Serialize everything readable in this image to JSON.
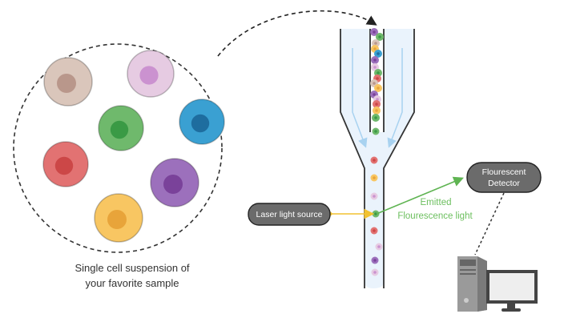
{
  "sample": {
    "caption_line1": "Single cell suspension of",
    "caption_line2": "your favorite sample",
    "cells": [
      {
        "type": "beige",
        "fill": "#dac6bb",
        "nucleus": "#b9978b"
      },
      {
        "type": "lilac",
        "fill": "#e6cbe2",
        "nucleus": "#cb92d0"
      },
      {
        "type": "green",
        "fill": "#6fb96c",
        "nucleus": "#3a9a45"
      },
      {
        "type": "blue",
        "fill": "#3aa0d2",
        "nucleus": "#1e6d9f"
      },
      {
        "type": "red",
        "fill": "#e27272",
        "nucleus": "#cc4747"
      },
      {
        "type": "purple",
        "fill": "#9c70bc",
        "nucleus": "#7a429a"
      },
      {
        "type": "yellow",
        "fill": "#f8c662",
        "nucleus": "#e8a43a"
      }
    ]
  },
  "laser": {
    "label": "Laser light source",
    "beam_color": "#f2c230"
  },
  "detector": {
    "label_line1": "Flourescent",
    "label_line2": "Detector"
  },
  "emission": {
    "label_line1": "Emitted",
    "label_line2": "Flourescence light",
    "color": "#6cbf5e"
  },
  "computer": {
    "icon": "desktop-computer-icon"
  }
}
